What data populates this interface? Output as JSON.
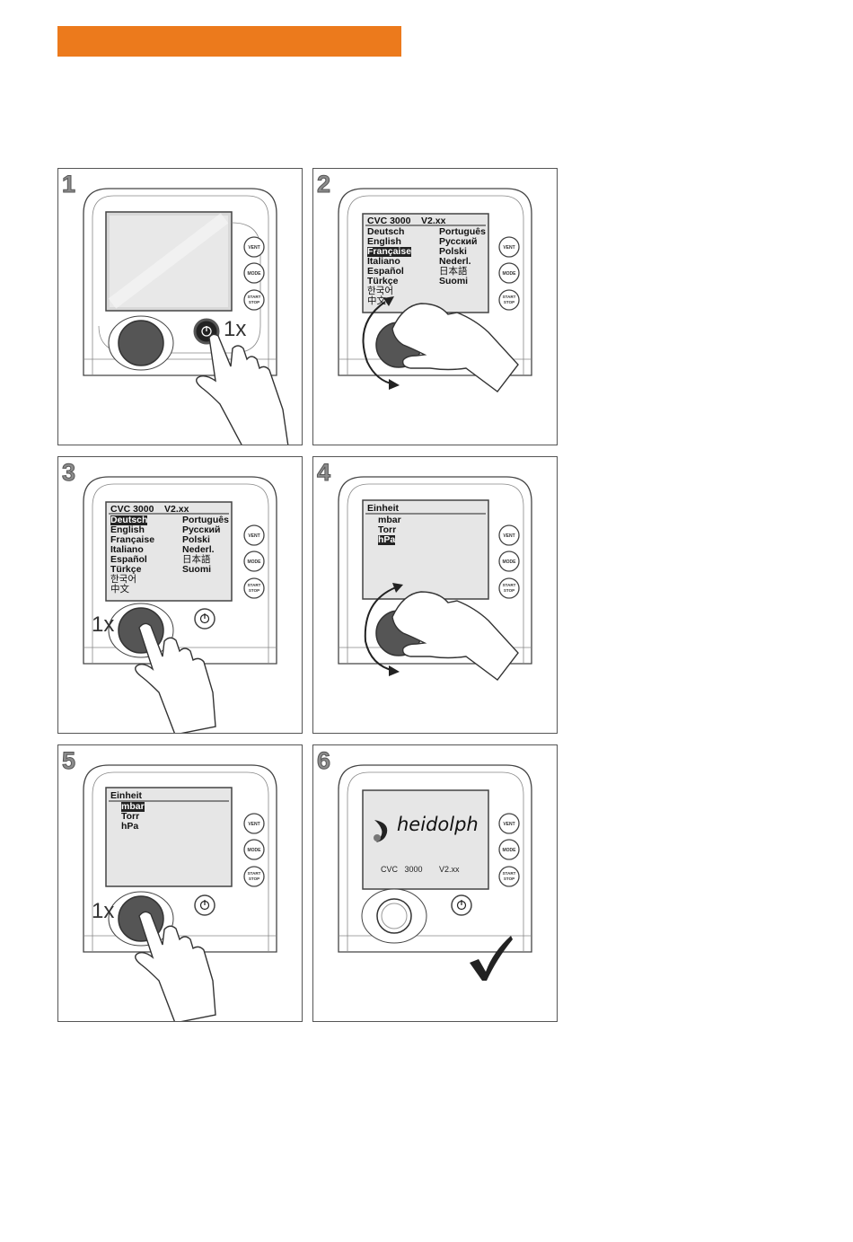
{
  "header_bar_color": "#ec7a1c",
  "buttons": {
    "vent": "VENT",
    "mode": "MODE",
    "start": "START",
    "stop": "STOP",
    "power_icon": "power-icon"
  },
  "steps": [
    {
      "number": "1",
      "press_label": "1x"
    },
    {
      "number": "2"
    },
    {
      "number": "3",
      "press_label": "1x"
    },
    {
      "number": "4"
    },
    {
      "number": "5",
      "press_label": "1x"
    },
    {
      "number": "6"
    }
  ],
  "language_screen": {
    "header_model": "CVC 3000",
    "header_version": "V2.xx",
    "left_column": [
      "Deutsch",
      "English",
      "Française",
      "Italiano",
      "Español",
      "Türkçe",
      "한국어",
      "中文"
    ],
    "right_column": [
      "Português",
      "Русский",
      "Polski",
      "Nederl.",
      "日本語",
      "Suomi"
    ]
  },
  "unit_screen": {
    "title": "Einheit",
    "options": [
      "mbar",
      "Torr",
      "hPa"
    ]
  },
  "final_screen": {
    "brand": "heidolph",
    "model": "CVC   3000",
    "version": "V2.xx"
  }
}
